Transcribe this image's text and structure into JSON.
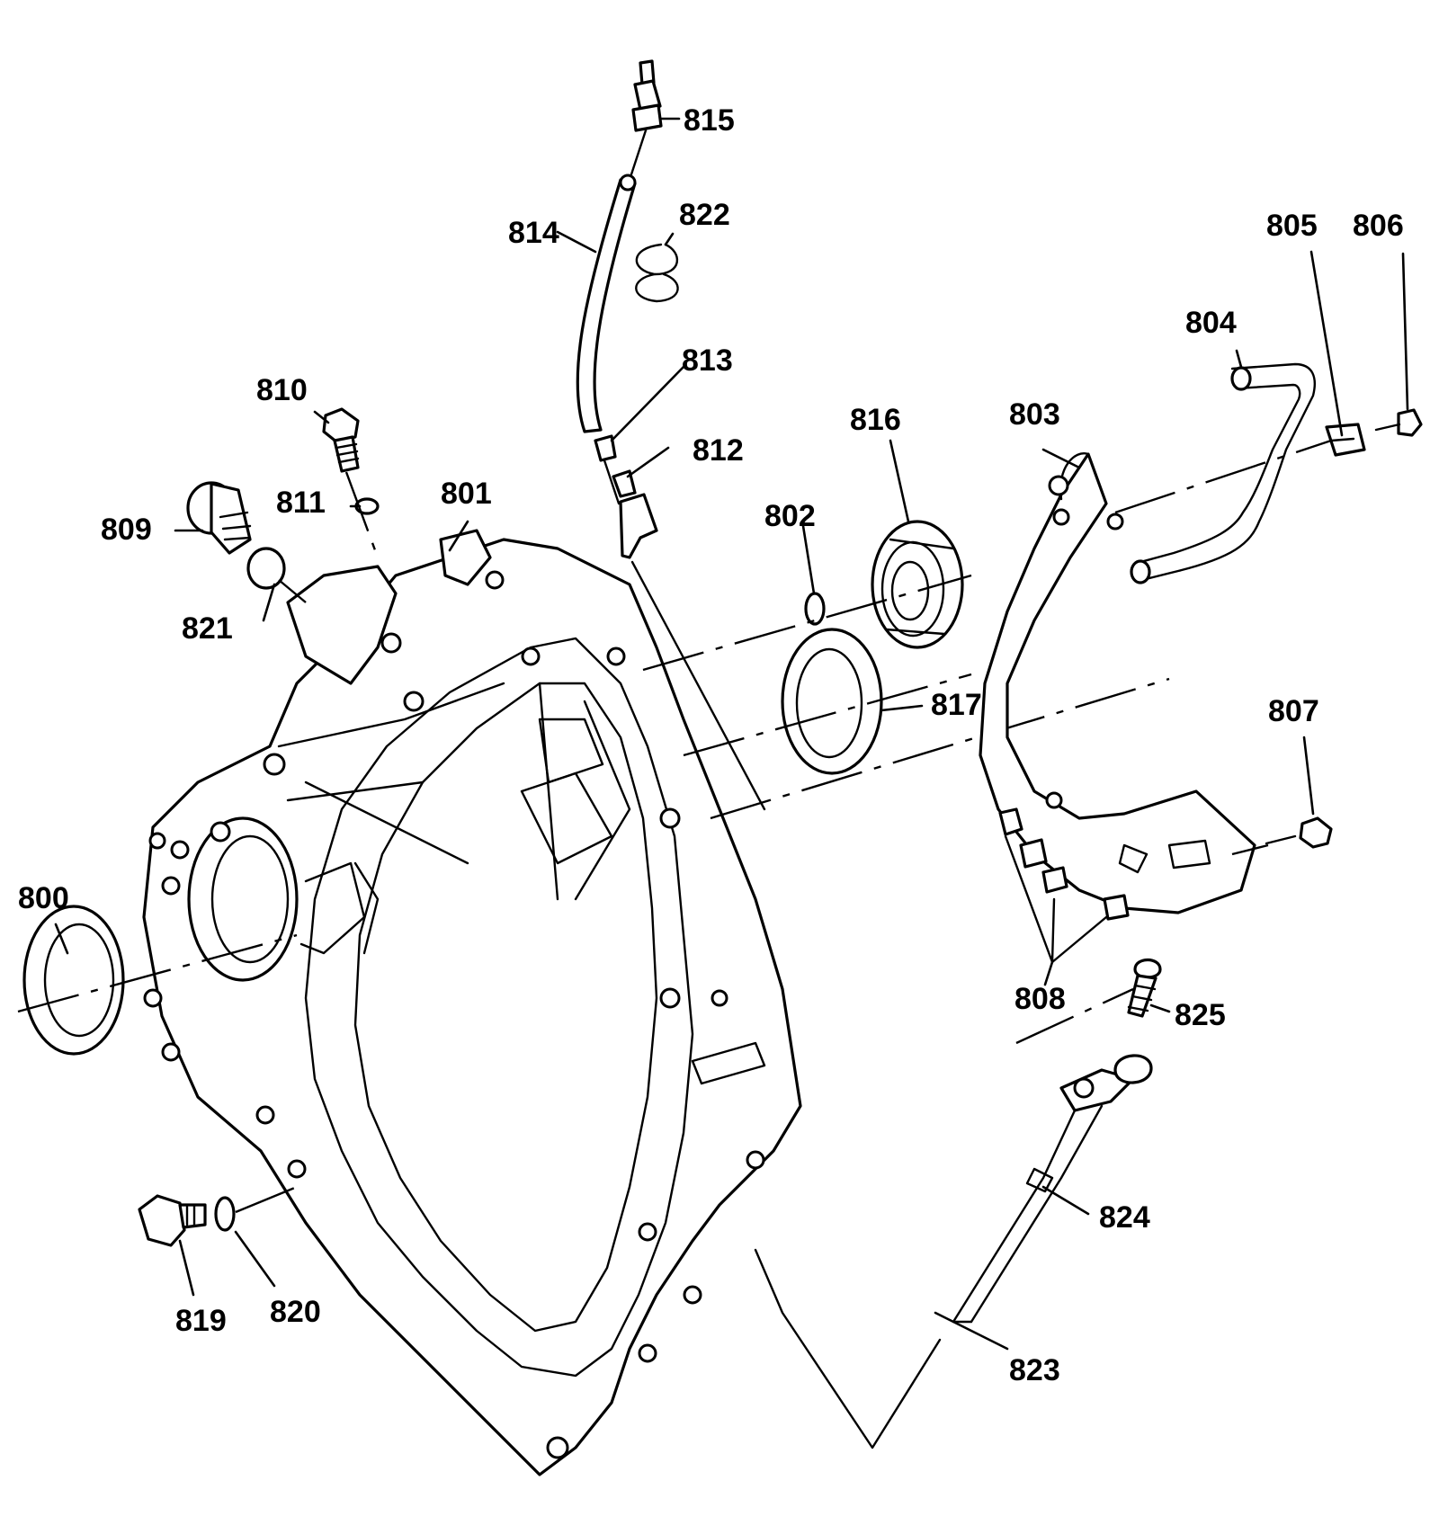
{
  "callouts": {
    "c800": "800",
    "c801": "801",
    "c802": "802",
    "c803": "803",
    "c804": "804",
    "c805": "805",
    "c806": "806",
    "c807": "807",
    "c808": "808",
    "c809": "809",
    "c810": "810",
    "c811": "811",
    "c812": "812",
    "c813": "813",
    "c814": "814",
    "c815": "815",
    "c816": "816",
    "c817": "817",
    "c819": "819",
    "c820": "820",
    "c821": "821",
    "c822": "822",
    "c823": "823",
    "c824": "824",
    "c825": "825"
  }
}
